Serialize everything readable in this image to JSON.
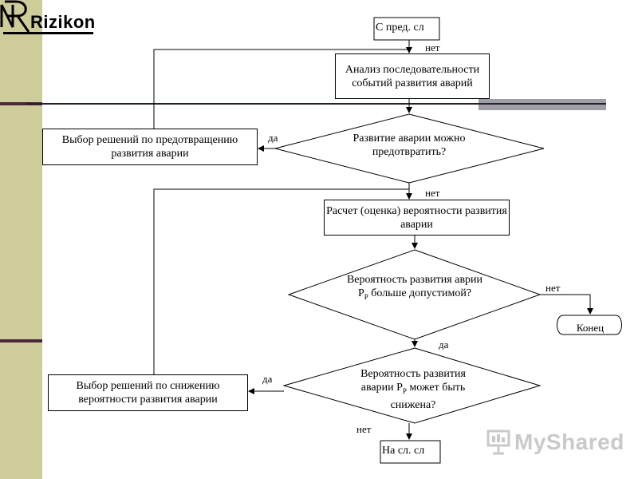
{
  "logo": {
    "text": "Rizikon"
  },
  "nodes": {
    "start": "С пред. сл",
    "analysis": "Анализ последовательности событий развития аварий",
    "decision_prevent": "Развитие аварии можно предотвратить?",
    "choice_prevent": "Выбор решений по предотвращению развития аварии",
    "calc": "Расчет (оценка) вероятности развития аварии",
    "decision_prob_pre": "Вероятность развития аврии Р",
    "decision_prob_sub": "Р",
    "decision_prob_post": " больше допустимой?",
    "end": "Конец",
    "decision_reduce_pre": "Вероятность развития аварии Р",
    "decision_reduce_sub": "Р",
    "decision_reduce_post": " может быть снижена?",
    "choice_reduce": "Выбор решений по снижению вероятности развития аварии",
    "next": "На сл. сл"
  },
  "labels": {
    "no_top": "нет",
    "yes_prevent": "да",
    "no_prevent": "нет",
    "no_prob": "нет",
    "yes_prob": "да",
    "yes_reduce": "да",
    "no_reduce": "нет"
  },
  "watermark": {
    "text": "MyShared",
    "icon": "presentation-board-icon"
  }
}
